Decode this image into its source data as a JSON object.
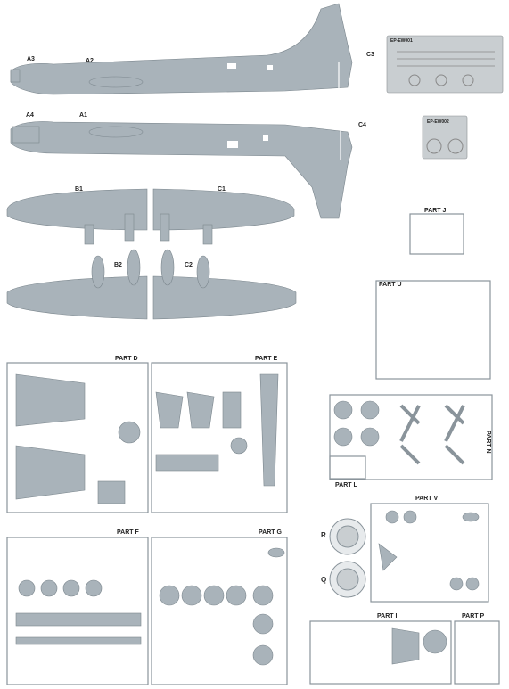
{
  "fuselage": {
    "left_upper": {
      "nose": "A3",
      "body": "A2"
    },
    "left_lower": {
      "nose": "A4",
      "body": "A1"
    },
    "right_upper": "C3",
    "right_lower": "C4"
  },
  "wings": {
    "upper_left": "B1",
    "upper_right": "C1",
    "lower_left": "B2",
    "lower_right": "C2"
  },
  "photoetch": {
    "fret1": "EP-EW001",
    "fret2": "EP-EW002"
  },
  "sprues": {
    "j": "PART J",
    "u": "PART U",
    "n": "PART N",
    "l": "PART L",
    "d": "PART D",
    "e": "PART E",
    "f": "PART F",
    "g": "PART G",
    "v": "PART V",
    "i": "PART I",
    "p": "PART P"
  },
  "clear": {
    "r": "R",
    "q": "Q"
  },
  "colors": {
    "plastic": "#a9b3ba",
    "frame": "#8a949b",
    "photoetch": "#c9ced1"
  }
}
